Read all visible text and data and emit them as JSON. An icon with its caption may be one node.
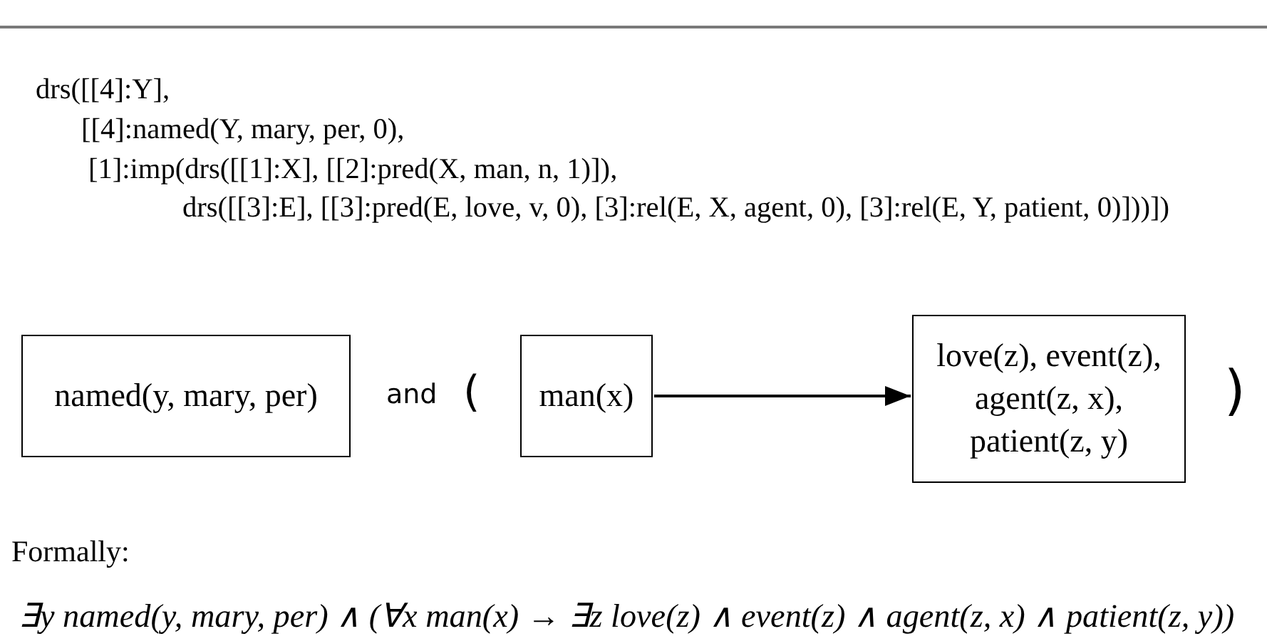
{
  "diagram": {
    "nodes": [
      {
        "text": [
          "named(y, mary, per)"
        ]
      },
      {
        "text": [
          "man(x)"
        ]
      },
      {
        "text": [
          "love(z), event(z), agent(z, x), patient(z, y)"
        ]
      }
    ],
    "edges": [
      {
        "from": 1,
        "to": 2,
        "arrow": "to"
      }
    ],
    "labels": [
      "drs([[4]:Y],",
      "[[4]:named(Y, mary, per, 0),",
      "[1]:imp(drs([[1]:X], [[2]:pred(X, man, n, 1)]),",
      "drs([[3]:E], [[3]:pred(E, love, v, 0), [3]:rel(E, X, agent, 0), [3]:rel(E, Y, patient, 0)]))])",
      "and",
      "(",
      ")",
      "Formally:",
      "∃y named(y, mary, per) ∧ (∀x man(x) → ∃z love(z) ∧ event(z) ∧ agent(z, x) ∧ patient(z, y))"
    ]
  }
}
